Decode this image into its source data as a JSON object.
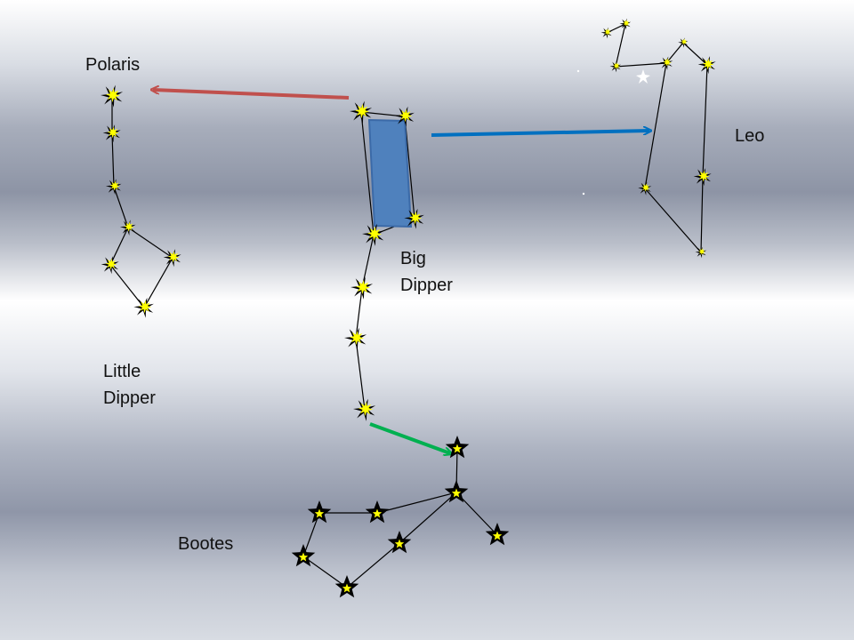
{
  "labels": {
    "polaris": "Polaris",
    "leo": "Leo",
    "big_dipper_line1": "Big",
    "big_dipper_line2": "Dipper",
    "little_dipper_line1": "Little",
    "little_dipper_line2": "Dipper",
    "bootes": "Bootes"
  },
  "colors": {
    "pointer_to_polaris": "#c0504d",
    "pointer_to_leo": "#0070c0",
    "pointer_to_bootes": "#00b050",
    "bowl_fill": "#4f81bd",
    "star_fill": "#ffff00",
    "star_burst": "#000000"
  }
}
